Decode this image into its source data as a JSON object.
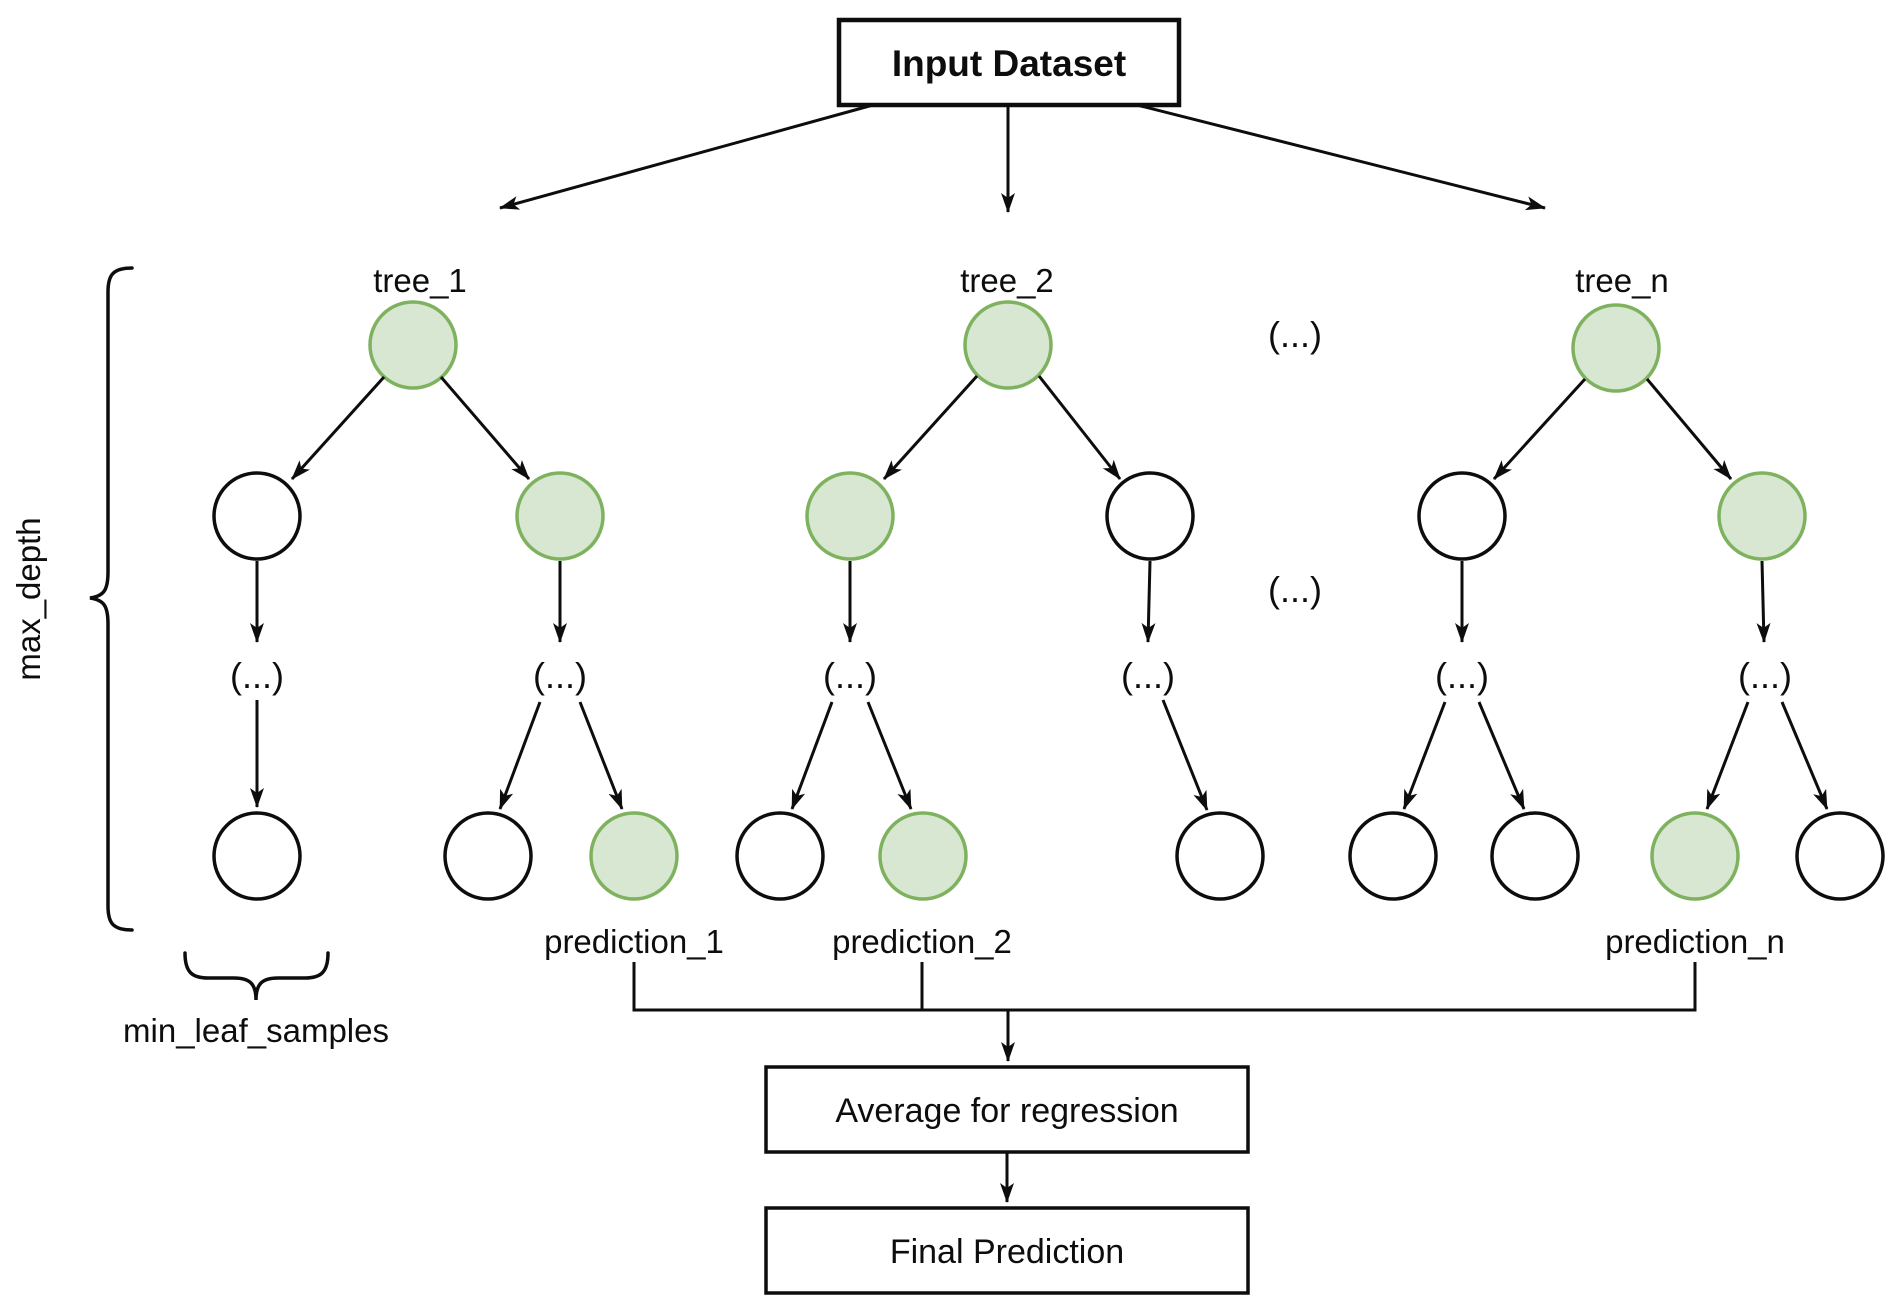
{
  "diagram": {
    "input_box": "Input Dataset",
    "average_box": "Average for regression",
    "final_box": "Final Prediction",
    "ellipsis": "(...)",
    "max_depth_label": "max_depth",
    "min_leaf_samples_label": "min_leaf_samples",
    "trees": [
      {
        "label": "tree_1",
        "prediction": "prediction_1"
      },
      {
        "label": "tree_2",
        "prediction": "prediction_2"
      },
      {
        "label": "tree_n",
        "prediction": "prediction_n"
      }
    ],
    "colors": {
      "green_fill": "#d7e7d2",
      "green_stroke": "#7fb25f",
      "white_fill": "#ffffff",
      "line": "#0d0d0d",
      "text": "#0d0d0d"
    }
  }
}
